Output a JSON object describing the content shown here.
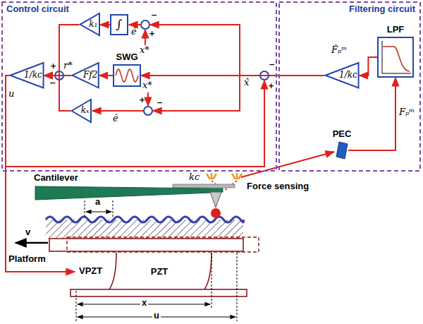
{
  "diagram": {
    "nodes": [
      {
        "text": [
          "Control circuit"
        ]
      },
      {
        "text": [
          "k₁"
        ],
        "in": 0
      },
      {
        "text": [
          "∫"
        ],
        "in": 0
      },
      {
        "text": [
          "1/kc"
        ],
        "in": 0
      },
      {
        "text": [
          "Ff2"
        ],
        "in": 0
      },
      {
        "text": [
          "SWG"
        ],
        "in": 0
      },
      {
        "text": [
          "kₓ"
        ],
        "in": 0
      },
      {
        "text": [
          "Filtering circuit"
        ]
      },
      {
        "text": [
          "LPF"
        ],
        "in": 7
      },
      {
        "text": [
          "1/kc"
        ],
        "in": 7
      },
      {
        "text": [
          "PEC"
        ],
        "in": 7
      },
      {
        "text": [
          "PZT"
        ]
      }
    ],
    "edges": [
      {
        "from": 2,
        "to": 1,
        "arrow": "to"
      },
      {
        "from": 5,
        "to": 4,
        "arrow": "to"
      },
      {
        "from": 1,
        "to": 3,
        "arrow": "to"
      },
      {
        "from": 4,
        "to": 3,
        "arrow": "to"
      },
      {
        "from": 6,
        "to": 3,
        "arrow": "to"
      },
      {
        "from": 10,
        "to": 8,
        "arrow": "to"
      },
      {
        "from": 8,
        "to": 9,
        "arrow": "to"
      },
      {
        "from": 9,
        "to": 5,
        "arrow": "to"
      },
      {
        "from": 3,
        "to": 11,
        "arrow": "to"
      }
    ],
    "labels": [
      "ê",
      "x*",
      "−",
      "+",
      "r*",
      "+",
      "−",
      "u",
      "x̂",
      "x*",
      "+",
      "ê",
      "−",
      "−",
      "+",
      "F̂ₚᵐ",
      "Fₚᵐ",
      "Cantilever",
      "kc",
      "Force sensing",
      "a",
      "v",
      "Platform",
      "VPZT",
      "x",
      "u"
    ]
  }
}
